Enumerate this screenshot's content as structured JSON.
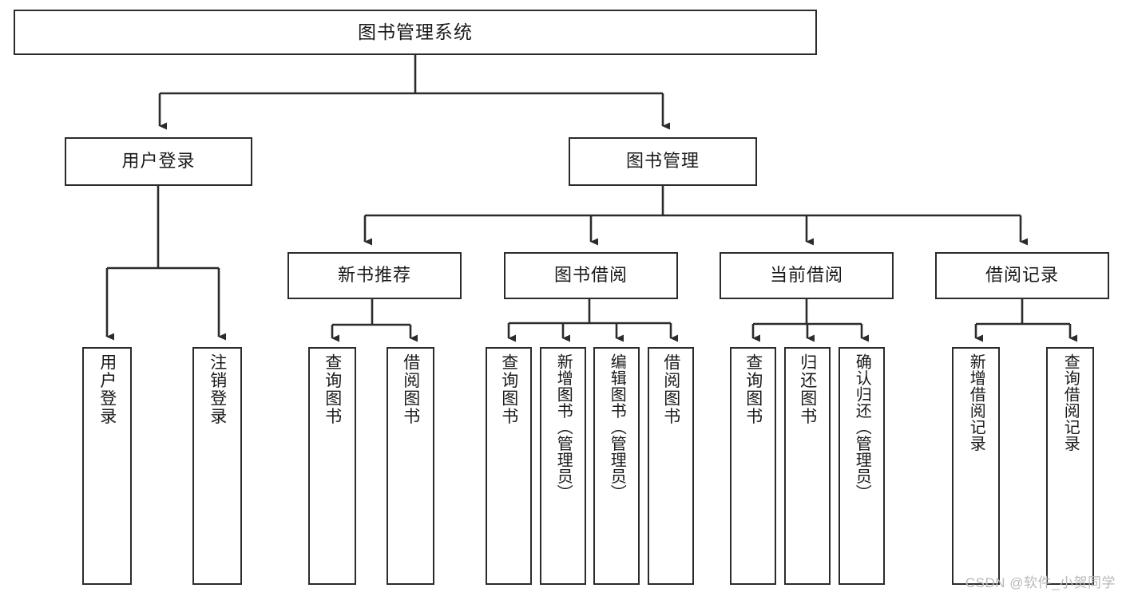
{
  "diagram": {
    "title": "图书管理系统",
    "type": "tree",
    "watermark": "CSDN @软件_小贺同学",
    "colors": {
      "stroke": "#2b2b2b",
      "fill": "#ffffff",
      "text": "#1a1a1a",
      "watermark": "#b9b9b9"
    },
    "root": {
      "label": "图书管理系统"
    },
    "level2": [
      {
        "label": "用户登录"
      },
      {
        "label": "图书管理"
      }
    ],
    "level3": [
      {
        "label": "新书推荐"
      },
      {
        "label": "图书借阅"
      },
      {
        "label": "当前借阅"
      },
      {
        "label": "借阅记录"
      }
    ],
    "leaves": {
      "user_login": [
        {
          "label": "用户登录"
        },
        {
          "label": "注销登录"
        }
      ],
      "new_book": [
        {
          "label": "查询图书"
        },
        {
          "label": "借阅图书"
        }
      ],
      "borrow_book": [
        {
          "label": "查询图书"
        },
        {
          "label": "新增图书（管理员）"
        },
        {
          "label": "编辑图书（管理员）"
        },
        {
          "label": "借阅图书"
        }
      ],
      "current_borrow": [
        {
          "label": "查询图书"
        },
        {
          "label": "归还图书"
        },
        {
          "label": "确认归还（管理员）"
        }
      ],
      "borrow_record": [
        {
          "label": "新增借阅记录"
        },
        {
          "label": "查询借阅记录"
        }
      ]
    }
  }
}
